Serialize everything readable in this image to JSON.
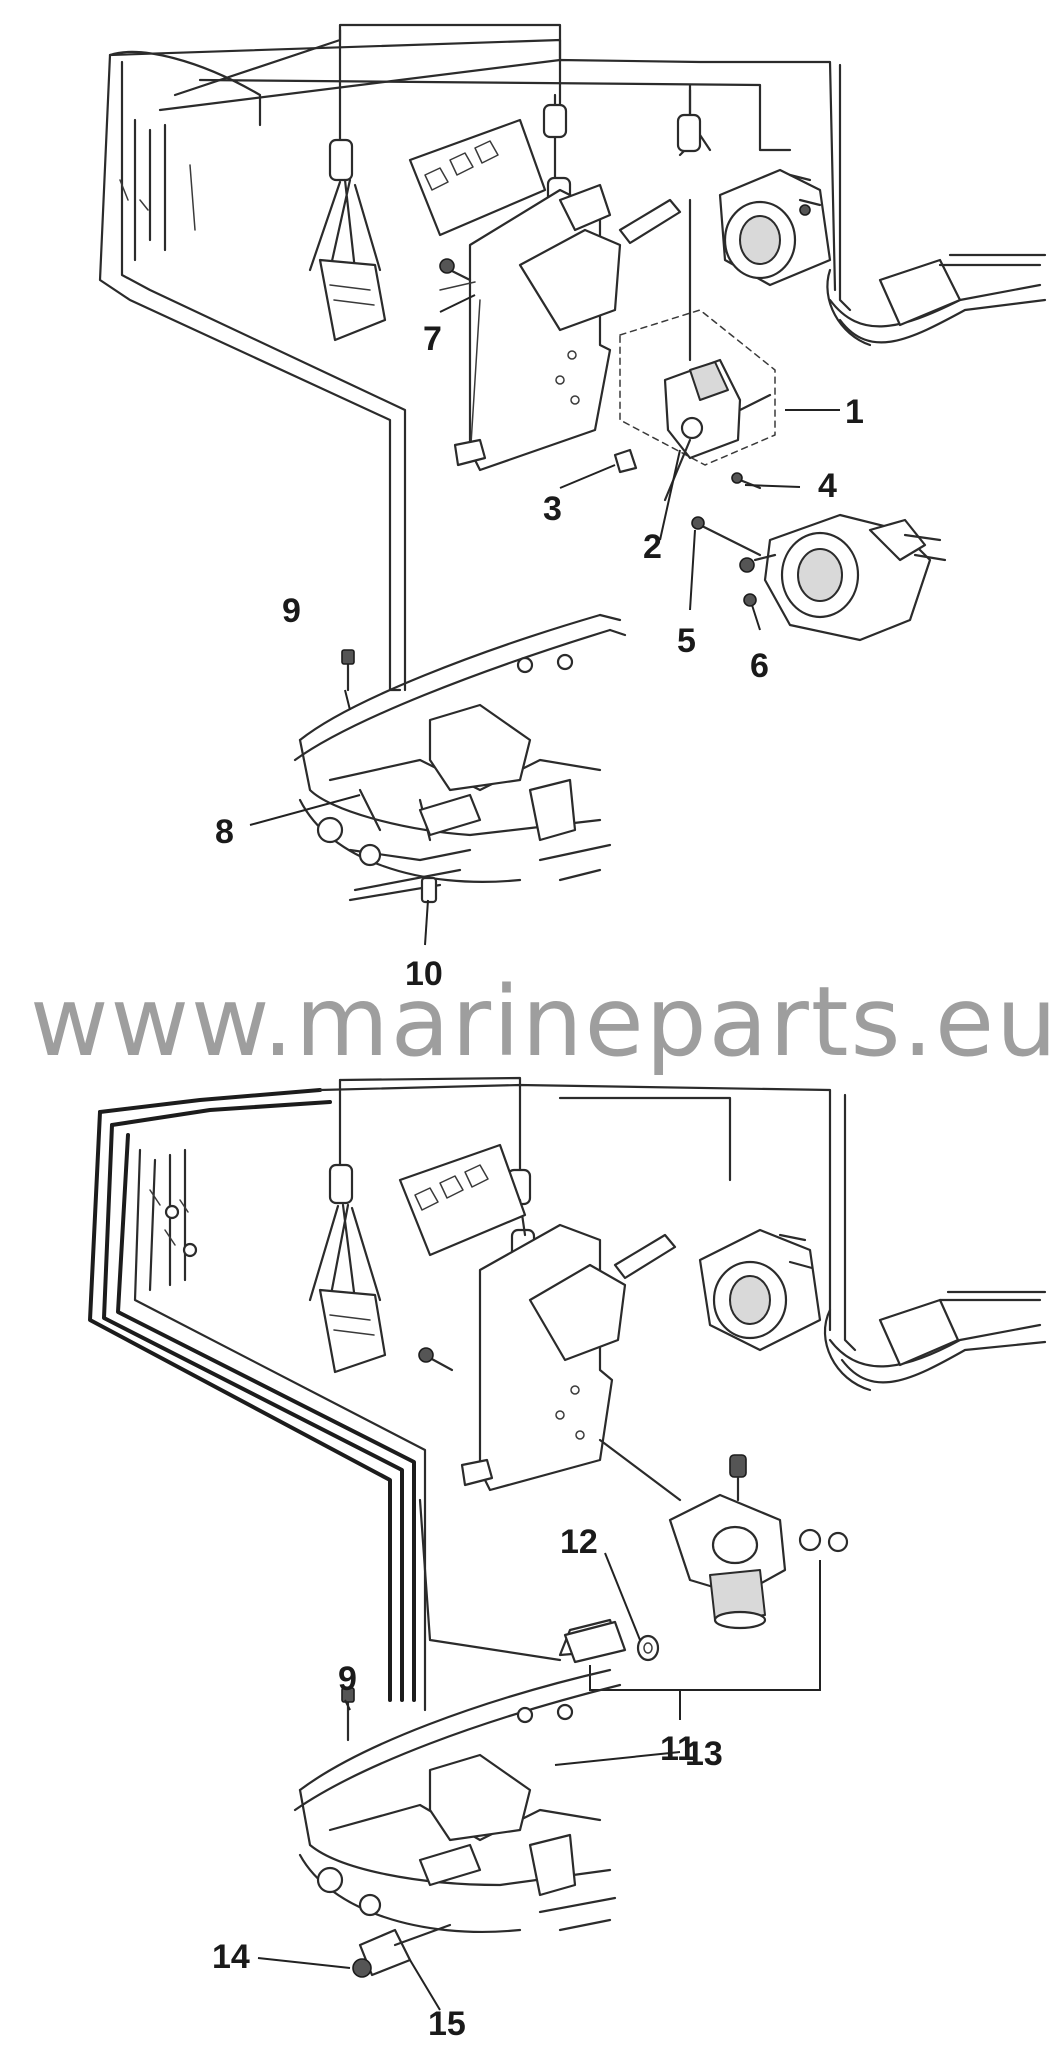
{
  "watermark": "www.marineparts.eu",
  "callouts": {
    "c1": "1",
    "c2": "2",
    "c3": "3",
    "c4": "4",
    "c5": "5",
    "c6": "6",
    "c7": "7",
    "c8": "8",
    "c9": "9",
    "c10": "10",
    "c11": "11",
    "c12": "12",
    "c9b": "9",
    "c13": "13",
    "c14": "14",
    "c15": "15"
  }
}
